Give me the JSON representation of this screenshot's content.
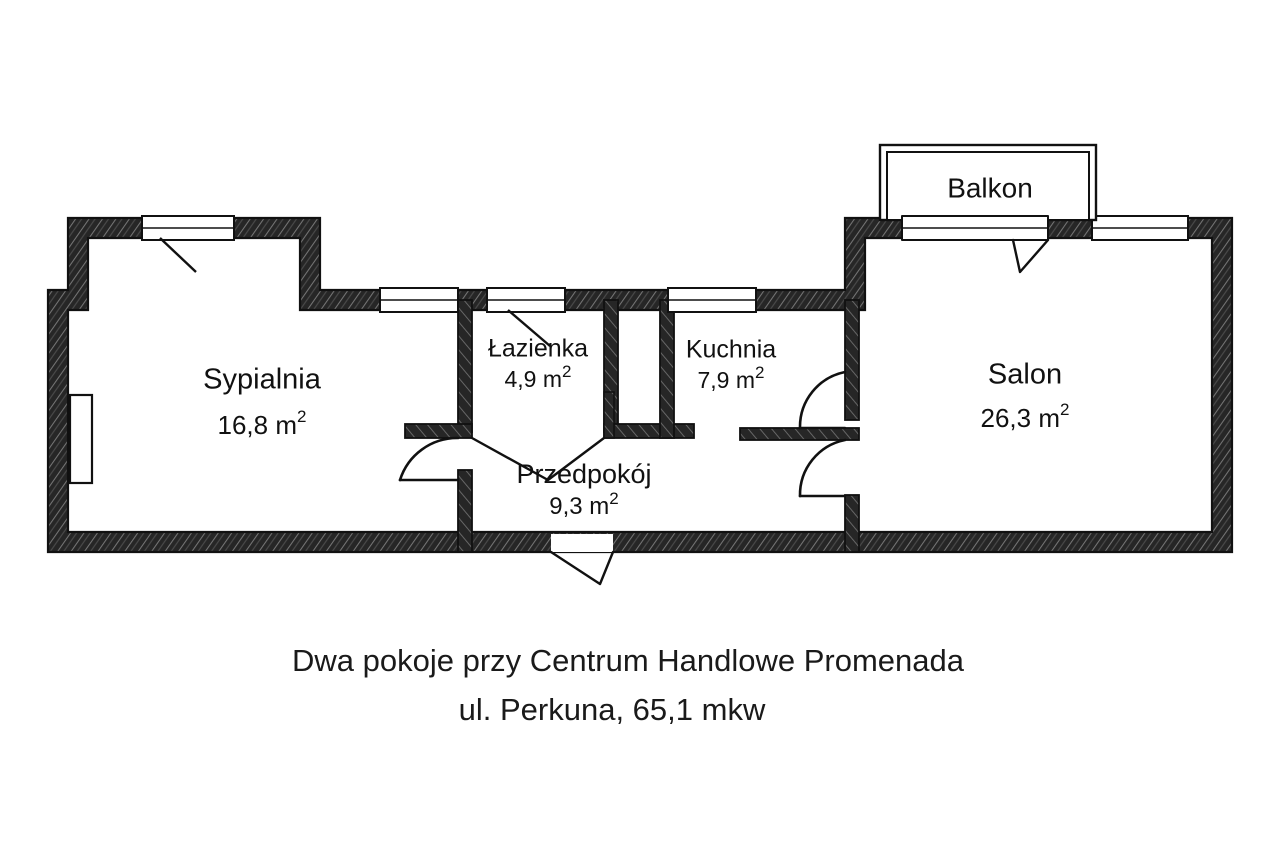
{
  "document": {
    "type": "floor-plan",
    "language": "pl"
  },
  "caption": {
    "line1": "Dwa pokoje przy Centrum Handlowe Promenada",
    "line2": "ul. Perkuna, 65,1 mkw",
    "total_area": "65,1 mkw"
  },
  "rooms": [
    {
      "id": "sypialnia",
      "name": "Sypialnia",
      "area_number": "16,8",
      "area_unit": "m",
      "area_exponent": "2",
      "area_full": "16,8 m²"
    },
    {
      "id": "lazienka",
      "name": "Łazienka",
      "area_number": "4,9",
      "area_unit": "m",
      "area_exponent": "2",
      "area_full": "4,9 m²"
    },
    {
      "id": "kuchnia",
      "name": "Kuchnia",
      "area_number": "7,9",
      "area_unit": "m",
      "area_exponent": "2",
      "area_full": "7,9 m²"
    },
    {
      "id": "przedpokoj",
      "name": "Przedpokój",
      "area_number": "9,3",
      "area_unit": "m",
      "area_exponent": "2",
      "area_full": "9,3 m²"
    },
    {
      "id": "salon",
      "name": "Salon",
      "area_number": "26,3",
      "area_unit": "m",
      "area_exponent": "2",
      "area_full": "26,3 m²"
    }
  ],
  "balcony": {
    "id": "balkon",
    "name": "Balkon"
  },
  "colors": {
    "background": "#ffffff",
    "wall_fill": "#262626",
    "wall_stroke": "#111111",
    "hatch_stroke": "#6e6e6e",
    "opening_fill": "#ffffff",
    "line": "#111111",
    "text": "#111111"
  },
  "openings": {
    "window_count": 6,
    "door_count": 6,
    "window_label": "window",
    "door_label": "door"
  }
}
